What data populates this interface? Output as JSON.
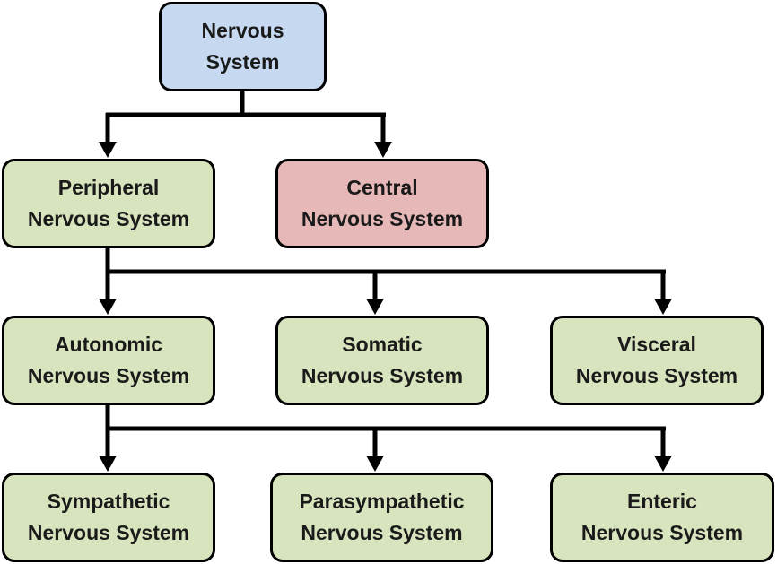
{
  "colors": {
    "root_fill": "#c6d9f1",
    "central_fill": "#e6b9b8",
    "branch_fill": "#d7e4bd",
    "stroke": "#000000"
  },
  "nodes": {
    "root": {
      "line1": "Nervous",
      "line2": "System"
    },
    "pns": {
      "line1": "Peripheral",
      "line2": "Nervous System"
    },
    "cns": {
      "line1": "Central",
      "line2": "Nervous System"
    },
    "ans": {
      "line1": "Autonomic",
      "line2": "Nervous System"
    },
    "sns": {
      "line1": "Somatic",
      "line2": "Nervous System"
    },
    "vns": {
      "line1": "Visceral",
      "line2": "Nervous System"
    },
    "symp": {
      "line1": "Sympathetic",
      "line2": "Nervous System"
    },
    "para": {
      "line1": "Parasympathetic",
      "line2": "Nervous System"
    },
    "ent": {
      "line1": "Enteric",
      "line2": "Nervous System"
    }
  }
}
